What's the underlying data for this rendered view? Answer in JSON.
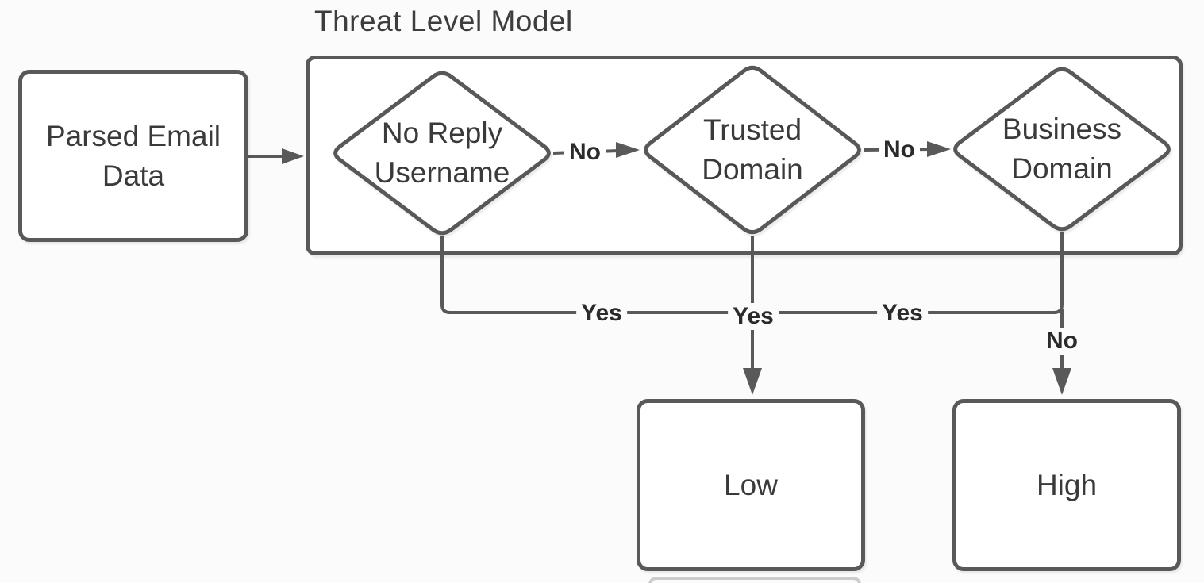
{
  "diagram": {
    "title": "Threat Level Model",
    "nodes": {
      "parsed_email_data": {
        "line1": "Parsed Email",
        "line2": "Data"
      },
      "no_reply_username": {
        "line1": "No Reply",
        "line2": "Username"
      },
      "trusted_domain": {
        "line1": "Trusted",
        "line2": "Domain"
      },
      "business_domain": {
        "line1": "Business",
        "line2": "Domain"
      },
      "low": {
        "label": "Low"
      },
      "high": {
        "label": "High"
      }
    },
    "edge_labels": {
      "noreply_to_trusted": "No",
      "trusted_to_business": "No",
      "noreply_yes": "Yes",
      "trusted_yes": "Yes",
      "business_yes": "Yes",
      "business_no": "No"
    },
    "edges": [
      {
        "from": "Parsed Email Data",
        "to": "No Reply Username",
        "label": ""
      },
      {
        "from": "No Reply Username",
        "to": "Trusted Domain",
        "label": "No"
      },
      {
        "from": "Trusted Domain",
        "to": "Business Domain",
        "label": "No"
      },
      {
        "from": "No Reply Username",
        "to": "Low",
        "label": "Yes"
      },
      {
        "from": "Trusted Domain",
        "to": "Low",
        "label": "Yes"
      },
      {
        "from": "Business Domain",
        "to": "Low",
        "label": "Yes"
      },
      {
        "from": "Business Domain",
        "to": "High",
        "label": "No"
      }
    ],
    "colors": {
      "stroke": "#595959",
      "node_text": "#3a3a3a",
      "edge_label_text": "#2b2b2b",
      "node_fill": "#ffffff",
      "page_background": "#fbfbfb"
    }
  }
}
